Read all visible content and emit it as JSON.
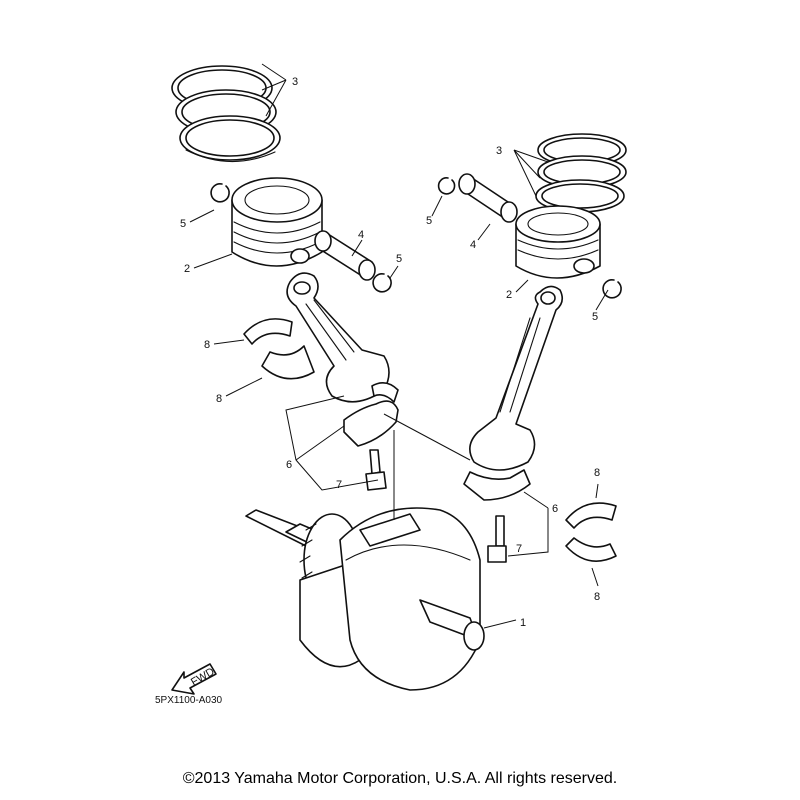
{
  "diagram": {
    "callout_labels": {
      "crankshaft": "1",
      "piston": "2",
      "piston_ring_set": "3",
      "piston_pin": "4",
      "circlip": "5",
      "connecting_rod": "6",
      "rod_bolt": "7",
      "bearing": "8"
    },
    "fwd_label": "FWD",
    "diagram_code": "5PX1100-A030",
    "copyright": "©2013 Yamaha Motor Corporation, U.S.A. All rights reserved."
  }
}
